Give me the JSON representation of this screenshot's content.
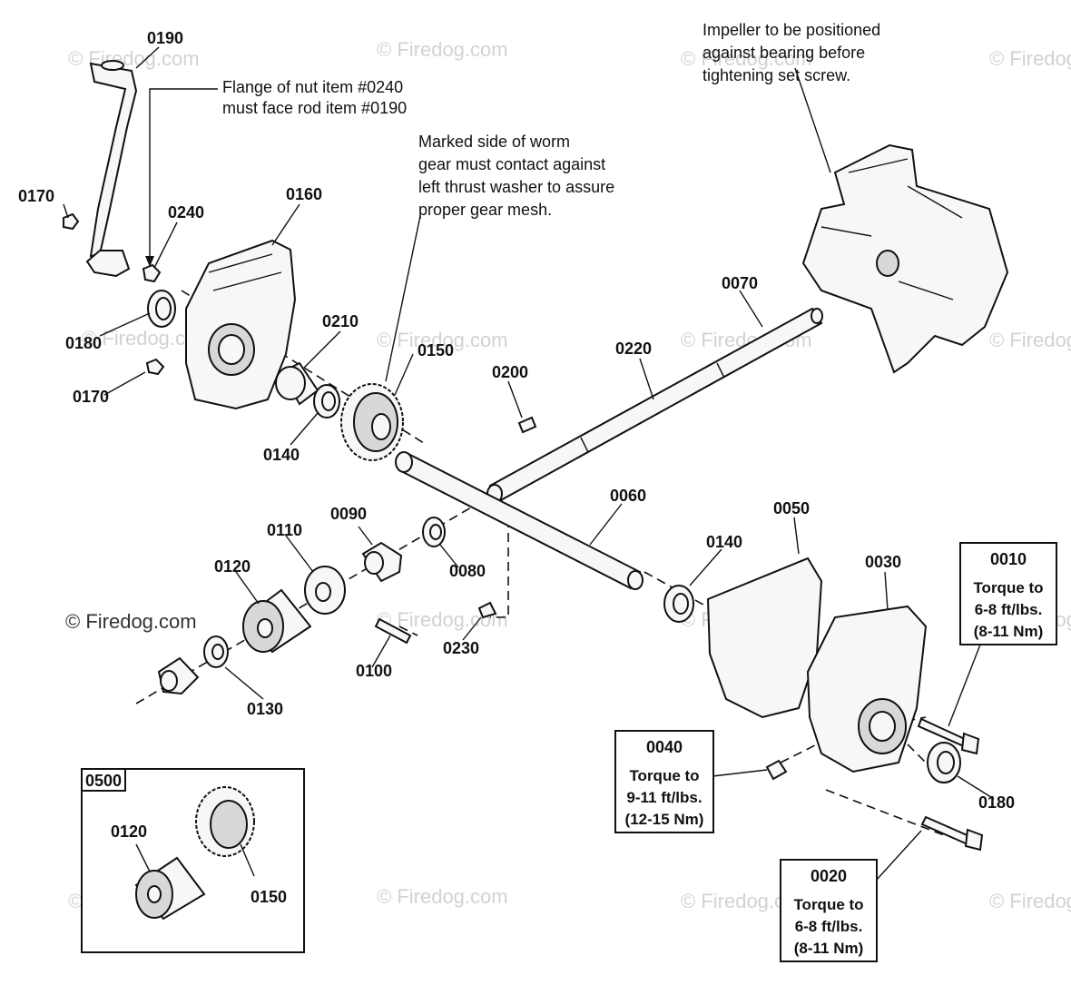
{
  "watermark": "© Firedog.com",
  "parts": [
    {
      "id": "0190"
    },
    {
      "id": "0170a"
    },
    {
      "id": "0240"
    },
    {
      "id": "0160"
    },
    {
      "id": "0180a"
    },
    {
      "id": "0170b"
    },
    {
      "id": "0210"
    },
    {
      "id": "0140a"
    },
    {
      "id": "0150a"
    },
    {
      "id": "0200"
    },
    {
      "id": "0220"
    },
    {
      "id": "0070"
    },
    {
      "id": "0060"
    },
    {
      "id": "0090"
    },
    {
      "id": "0110"
    },
    {
      "id": "0120a"
    },
    {
      "id": "0080"
    },
    {
      "id": "0230"
    },
    {
      "id": "0100"
    },
    {
      "id": "0130"
    },
    {
      "id": "0140b"
    },
    {
      "id": "0050"
    },
    {
      "id": "0030"
    },
    {
      "id": "0180b"
    }
  ],
  "labels": {
    "p0190": "0190",
    "p0170a": "0170",
    "p0240": "0240",
    "p0160": "0160",
    "p0180a": "0180",
    "p0170b": "0170",
    "p0210": "0210",
    "p0140a": "0140",
    "p0150a": "0150",
    "p0200": "0200",
    "p0220": "0220",
    "p0070": "0070",
    "p0060": "0060",
    "p0090": "0090",
    "p0110": "0110",
    "p0120a": "0120",
    "p0080": "0080",
    "p0230": "0230",
    "p0100": "0100",
    "p0130": "0130",
    "p0140b": "0140",
    "p0050": "0050",
    "p0030": "0030",
    "p0180b": "0180",
    "p0120b": "0120",
    "p0150b": "0150"
  },
  "notes": {
    "flange": [
      "Flange of nut item #0240",
      "must face rod item #0190"
    ],
    "worm": [
      "Marked side of worm",
      "gear must contact against",
      "left thrust washer to assure",
      "proper gear mesh."
    ],
    "impeller": [
      "Impeller to be positioned",
      "against bearing before",
      "tightening set screw."
    ]
  },
  "torque_boxes": {
    "b0010": {
      "id": "0010",
      "lines": [
        "Torque to",
        "6-8 ft/lbs.",
        "(8-11 Nm)"
      ]
    },
    "b0040": {
      "id": "0040",
      "lines": [
        "Torque to",
        "9-11 ft/lbs.",
        "(12-15 Nm)"
      ]
    },
    "b0020": {
      "id": "0020",
      "lines": [
        "Torque to",
        "6-8 ft/lbs.",
        "(8-11 Nm)"
      ]
    }
  },
  "kit": {
    "id": "0500"
  }
}
